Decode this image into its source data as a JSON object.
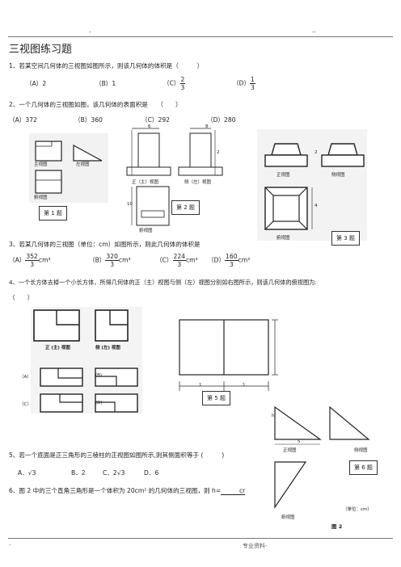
{
  "header": {
    "left_mark": "-",
    "right_mark": "--"
  },
  "title": "三视图练习题",
  "q1": {
    "text": "1、若某空间几何体的三视图如图所示，则该几何体的体积是（　　　）",
    "options": [
      {
        "label": "（A）2"
      },
      {
        "label": "（B）1"
      },
      {
        "label": "（C）",
        "num": "2",
        "den": "3"
      },
      {
        "label": "（D）",
        "num": "1",
        "den": "3"
      }
    ]
  },
  "q2": {
    "text": "2、一个几何体的三视图如图，该几何体的表面积是　　（　　）",
    "options": [
      "（A）372",
      "（B）360",
      "（C）292",
      "（D）280"
    ]
  },
  "fig1": {
    "label": "第 1 题",
    "cap_front": "主视图",
    "cap_left": "左视图",
    "cap_top": "俯视图"
  },
  "fig2": {
    "label": "第 2 题",
    "cap_front": "正（主）视图",
    "cap_side": "侧（左）视图",
    "cap_top": "俯视图",
    "dim_a": "6",
    "dim_b": "8",
    "dim_c": "2",
    "dim_d": "10"
  },
  "fig3": {
    "label": "第 3 题",
    "cap_front": "正视图",
    "cap_side": "侧视图",
    "cap_top": "俯视图",
    "dim_a": "2",
    "dim_b": "4"
  },
  "q3": {
    "text": "3、若某几何体的三视图（单位：cm）如图所示，则此几何体的体积是",
    "unit": "cm³",
    "options": [
      {
        "label": "（A）",
        "num": "352",
        "den": "3"
      },
      {
        "label": "（B）",
        "num": "320",
        "den": "3"
      },
      {
        "label": "（C）",
        "num": "224",
        "den": "3"
      },
      {
        "label": "（D）",
        "num": "160",
        "den": "3"
      }
    ]
  },
  "q4": {
    "text": "4、一个长方体去掉一个小长方体，所得几何体的正（主）视图与侧（左）视图分别如右图所示，则该几何体的俯视图为:",
    "paren": "（　　）",
    "cap_front": "正 (主) 视图",
    "cap_side": "侧 (左) 视图",
    "opt_a": "（A）",
    "opt_b": "(B)",
    "opt_c": "（C）",
    "opt_d": "(D)"
  },
  "fig5": {
    "label": "第 5 题",
    "dim": "1"
  },
  "q5": {
    "text": "5、若一个底面是正三角形的三棱柱的正视图如图所示,则其侧面积等于 (　　　)",
    "options": [
      "A．√3",
      "B．2",
      "C．2√3",
      "D．6"
    ]
  },
  "fig6": {
    "label": "第 6 题",
    "cap_front": "正视图",
    "cap_side": "侧视图",
    "cap_top": "俯视图",
    "unit": "（单位：cm）",
    "fig_name": "图 2",
    "dim": "5",
    "dim_h": "h"
  },
  "q6": {
    "text": "6、图 2 中的三个直角三角形是一个体积为 20cm² 的几何体的三视图，则 h=",
    "blank": "　　　cr"
  },
  "footer": {
    "left_mark": "-",
    "center": "专业资料-"
  }
}
